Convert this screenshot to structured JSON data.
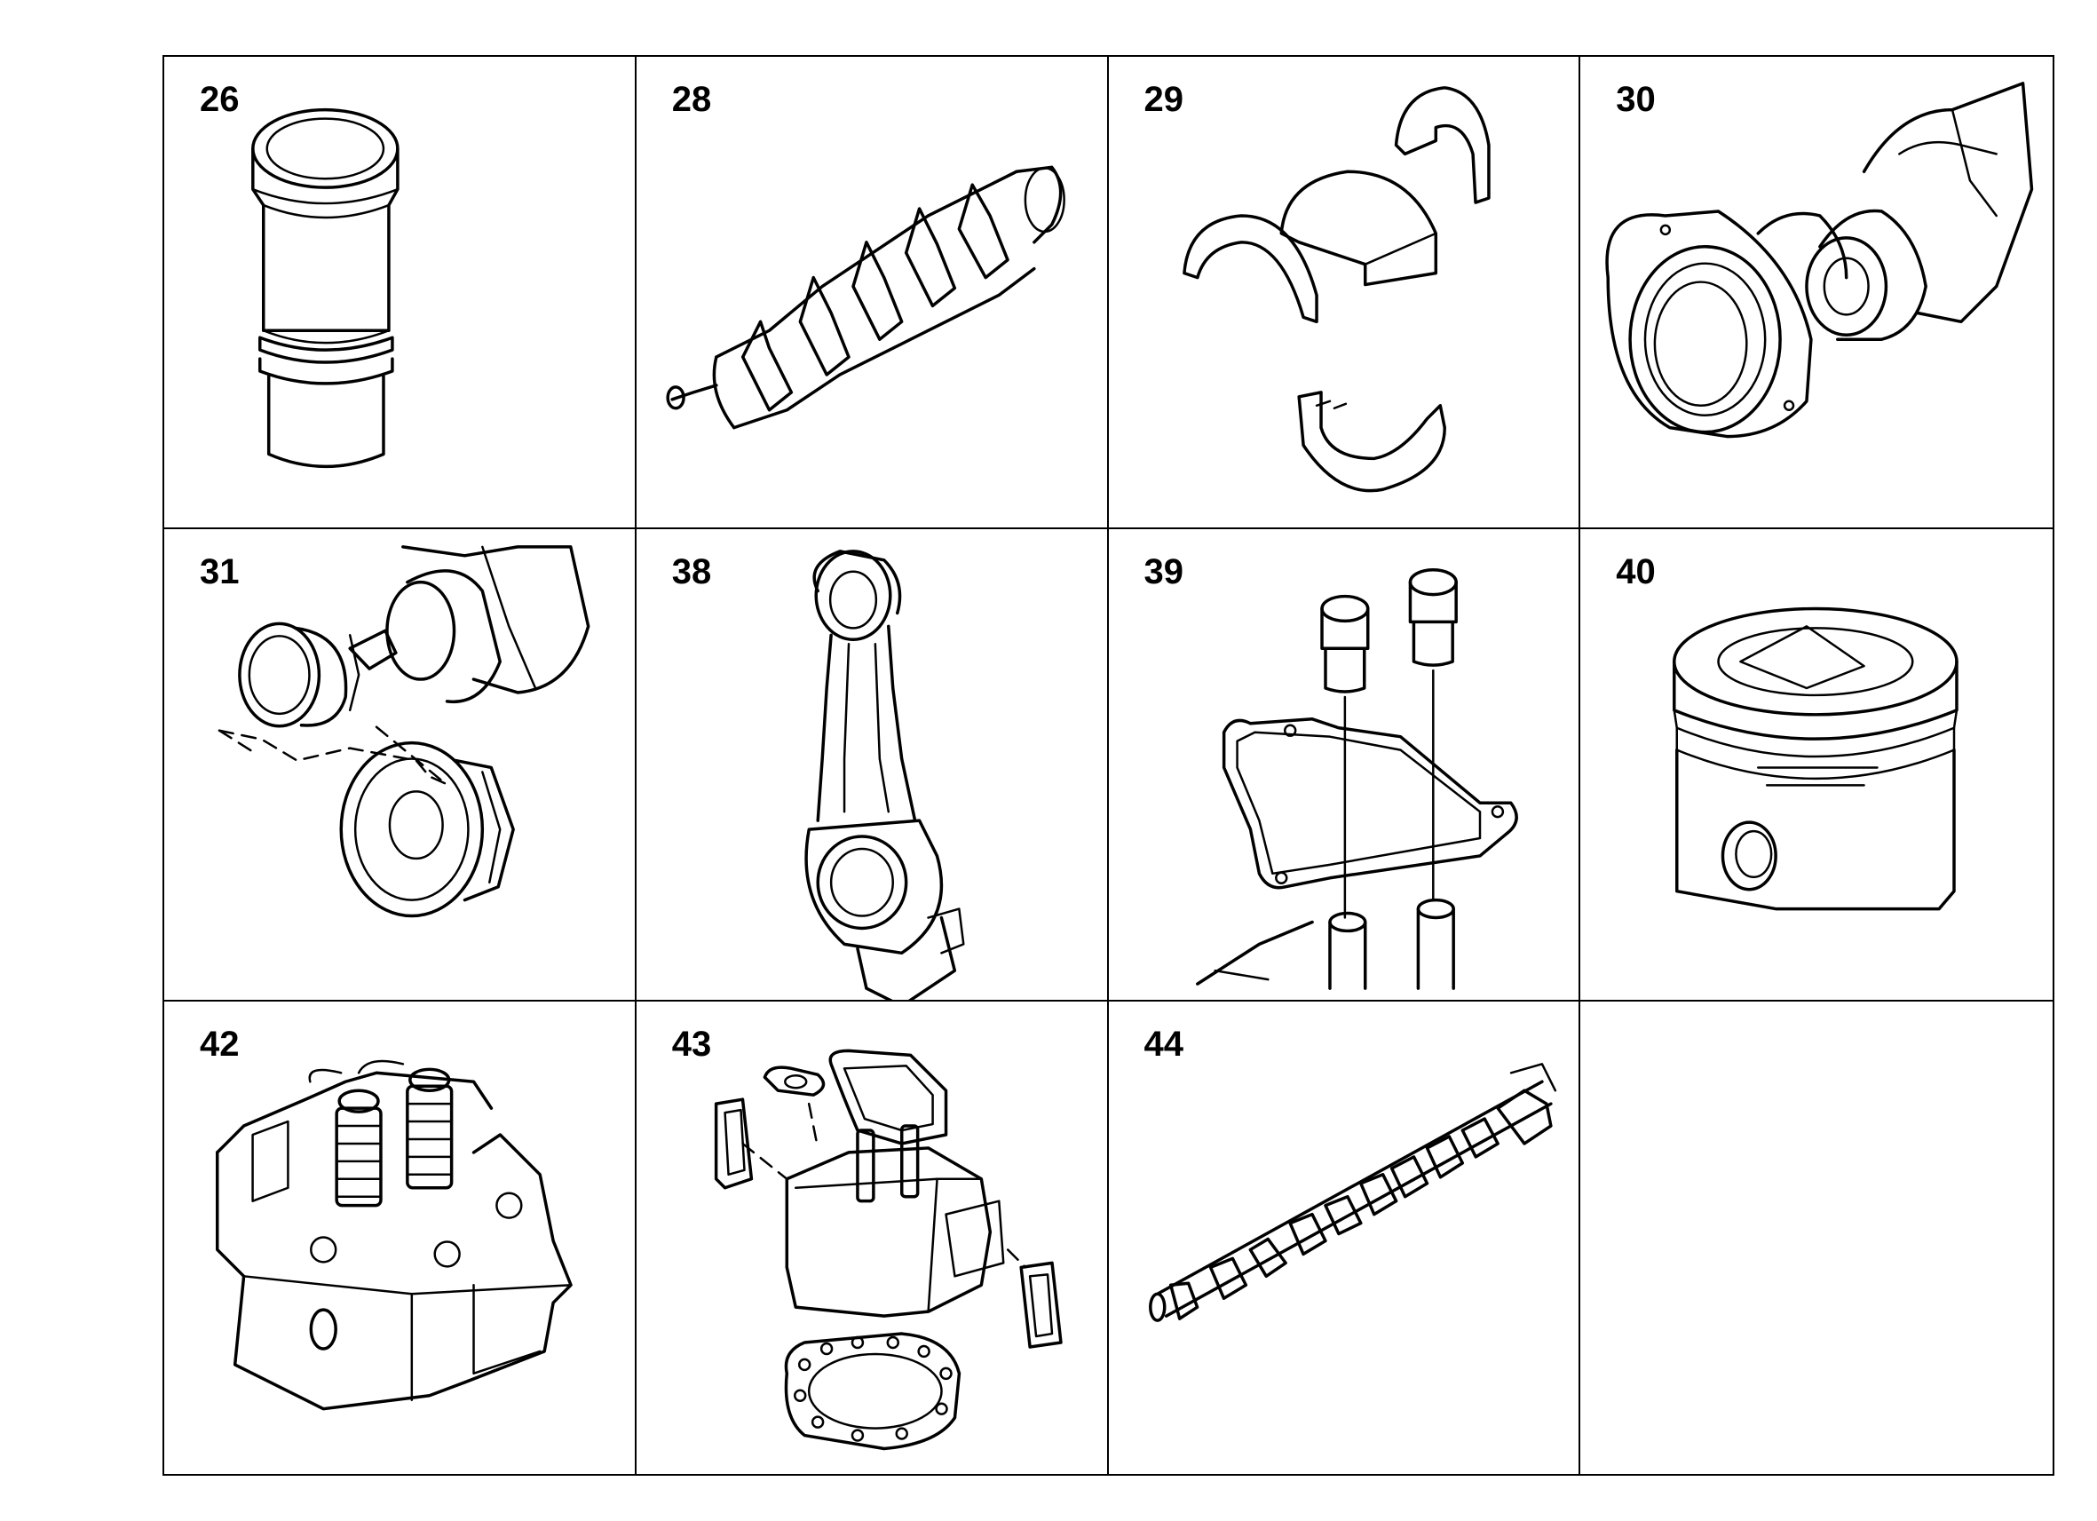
{
  "cells": [
    {
      "number": "26",
      "part_icon": "cylinder-liner-icon"
    },
    {
      "number": "28",
      "part_icon": "crankshaft-icon"
    },
    {
      "number": "29",
      "part_icon": "bearing-shells-icon"
    },
    {
      "number": "30",
      "part_icon": "crankshaft-seal-housing-icon"
    },
    {
      "number": "31",
      "part_icon": "crankshaft-gear-icon"
    },
    {
      "number": "38",
      "part_icon": "connecting-rod-icon"
    },
    {
      "number": "39",
      "part_icon": "valve-guide-gasket-icon"
    },
    {
      "number": "40",
      "part_icon": "piston-icon"
    },
    {
      "number": "42",
      "part_icon": "cylinder-head-icon"
    },
    {
      "number": "43",
      "part_icon": "gasket-set-icon"
    },
    {
      "number": "44",
      "part_icon": "camshaft-icon"
    },
    {
      "number": "",
      "part_icon": ""
    }
  ]
}
